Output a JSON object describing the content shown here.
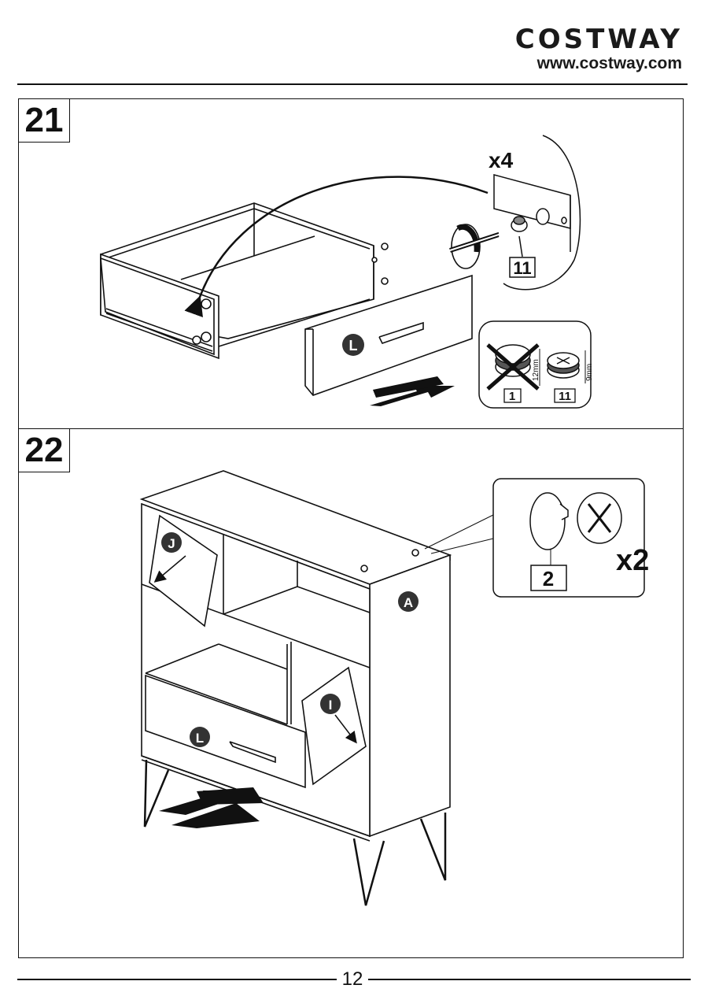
{
  "header": {
    "brand": "COSTWAY",
    "website": "www.costway.com"
  },
  "step21": {
    "number": "21",
    "quantity": "x4",
    "part_label": "11",
    "drawer_label": "L",
    "wrong_part": "1",
    "right_part": "11",
    "wrong_size": "12mm",
    "right_size": "9mm"
  },
  "step22": {
    "number": "22",
    "part_label": "2",
    "quantity": "x2",
    "label_j": "J",
    "label_a": "A",
    "label_i": "I",
    "label_l": "L"
  },
  "footer": {
    "page_number": "12"
  }
}
